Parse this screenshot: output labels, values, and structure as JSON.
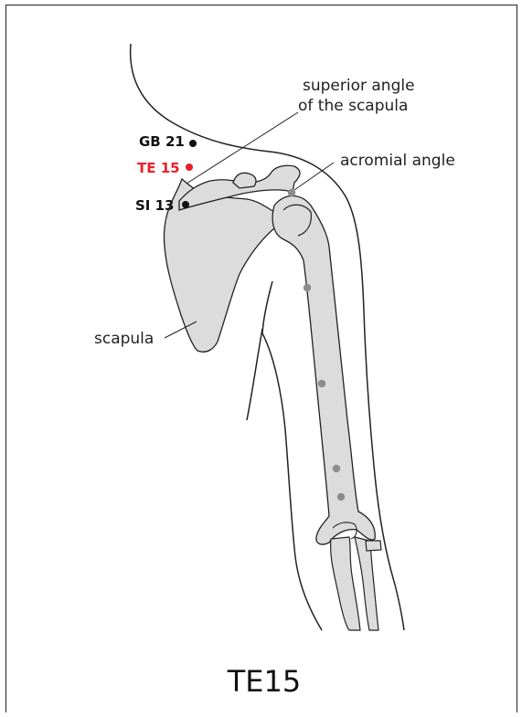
{
  "figure": {
    "title": "TE15",
    "point_labels": {
      "gb21": "GB 21",
      "te15": "TE 15",
      "si13": "SI 13"
    },
    "anatomy_labels": {
      "superior_angle_line1": "superior angle",
      "superior_angle_line2": "of the scapula",
      "acromial_angle": "acromial angle",
      "scapula": "scapula"
    },
    "colors": {
      "bone_fill": "#dcdcdc",
      "outline": "#222222",
      "highlight_point": "#e8202a",
      "marker_gray": "#8c8c8c",
      "point_black": "#111111"
    }
  }
}
